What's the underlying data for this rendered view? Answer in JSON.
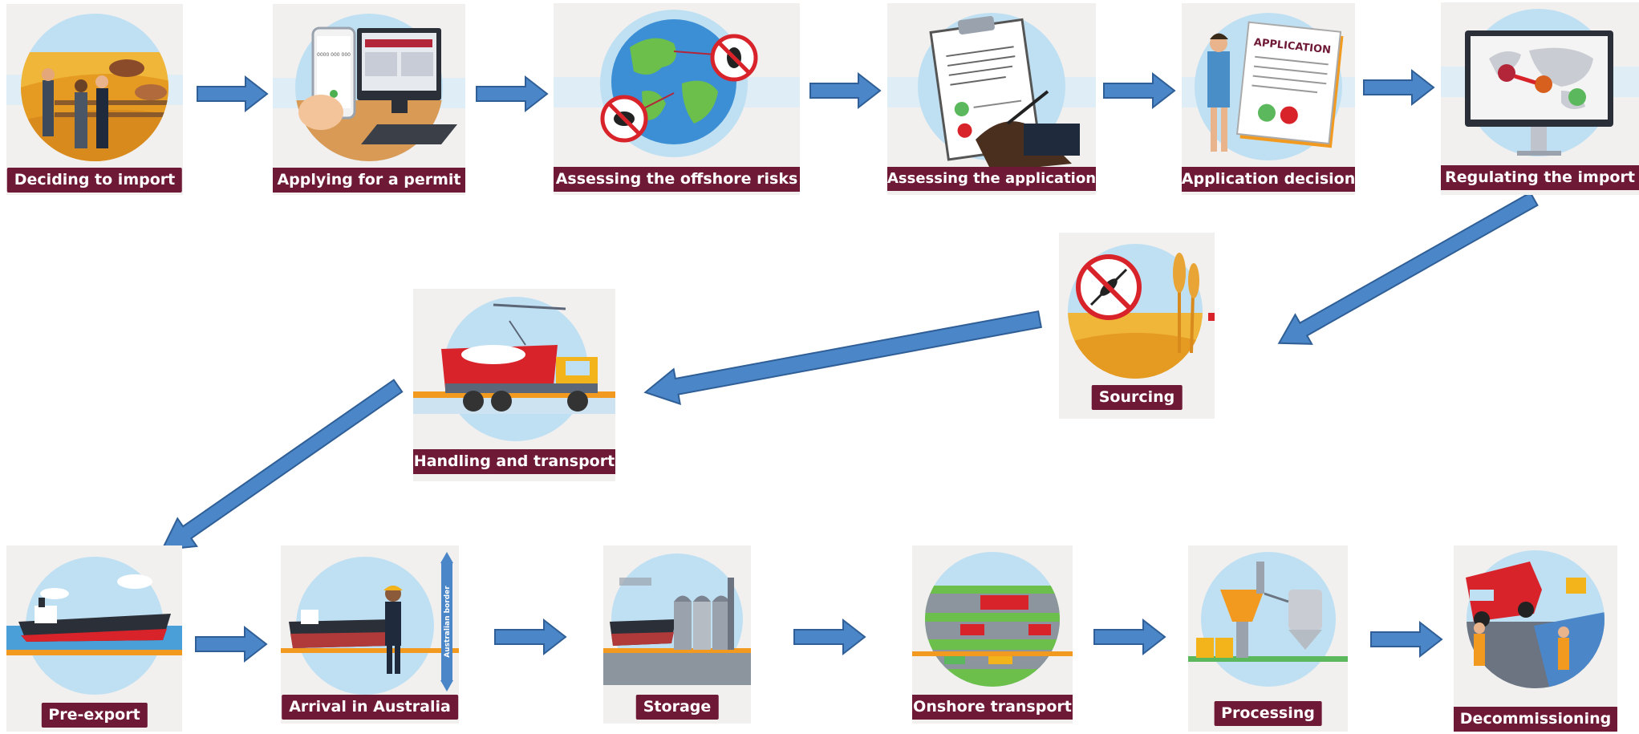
{
  "colors": {
    "label_bg": "#6e1935",
    "label_text": "#ffffff",
    "arrow_fill": "#4a86c8",
    "arrow_stroke": "#2f5f96",
    "circle_sky": "#bfe0f2",
    "tile_bg": "#f1f0ef",
    "accent_orange": "#f29a1f",
    "accent_red": "#d8232a",
    "accent_green": "#5cb85c"
  },
  "steps": [
    {
      "id": "deciding-to-import",
      "label": "Deciding to import",
      "icon": "farm-livestock-icon"
    },
    {
      "id": "applying-for-a-permit",
      "label": "Applying for a permit",
      "icon": "phone-computer-icon"
    },
    {
      "id": "assessing-the-offshore-risks",
      "label": "Assessing the offshore risks",
      "icon": "globe-pest-icon"
    },
    {
      "id": "assessing-the-application",
      "label": "Assessing the application",
      "icon": "clipboard-icon"
    },
    {
      "id": "application-decision",
      "label": "Application decision",
      "icon": "application-document-icon"
    },
    {
      "id": "regulating-the-import",
      "label": "Regulating the import",
      "icon": "monitor-map-icon"
    },
    {
      "id": "sourcing",
      "label": "Sourcing",
      "icon": "wheat-mosquito-icon"
    },
    {
      "id": "handling-and-transport",
      "label": "Handling and transport",
      "icon": "tipper-truck-icon"
    },
    {
      "id": "pre-export",
      "label": "Pre-export",
      "icon": "cargo-ship-icon"
    },
    {
      "id": "arrival-in-australia",
      "label": "Arrival in Australia",
      "icon": "ship-inspector-icon",
      "border_text": "Australian border"
    },
    {
      "id": "storage",
      "label": "Storage",
      "icon": "silo-port-icon"
    },
    {
      "id": "onshore-transport",
      "label": "Onshore transport",
      "icon": "highway-traffic-icon"
    },
    {
      "id": "processing",
      "label": "Processing",
      "icon": "processing-plant-icon"
    },
    {
      "id": "decommissioning",
      "label": "Decommissioning",
      "icon": "van-workers-icon"
    }
  ],
  "document_text": {
    "application_title": "APPLICATION",
    "phone_screen": "0000 000 000"
  }
}
